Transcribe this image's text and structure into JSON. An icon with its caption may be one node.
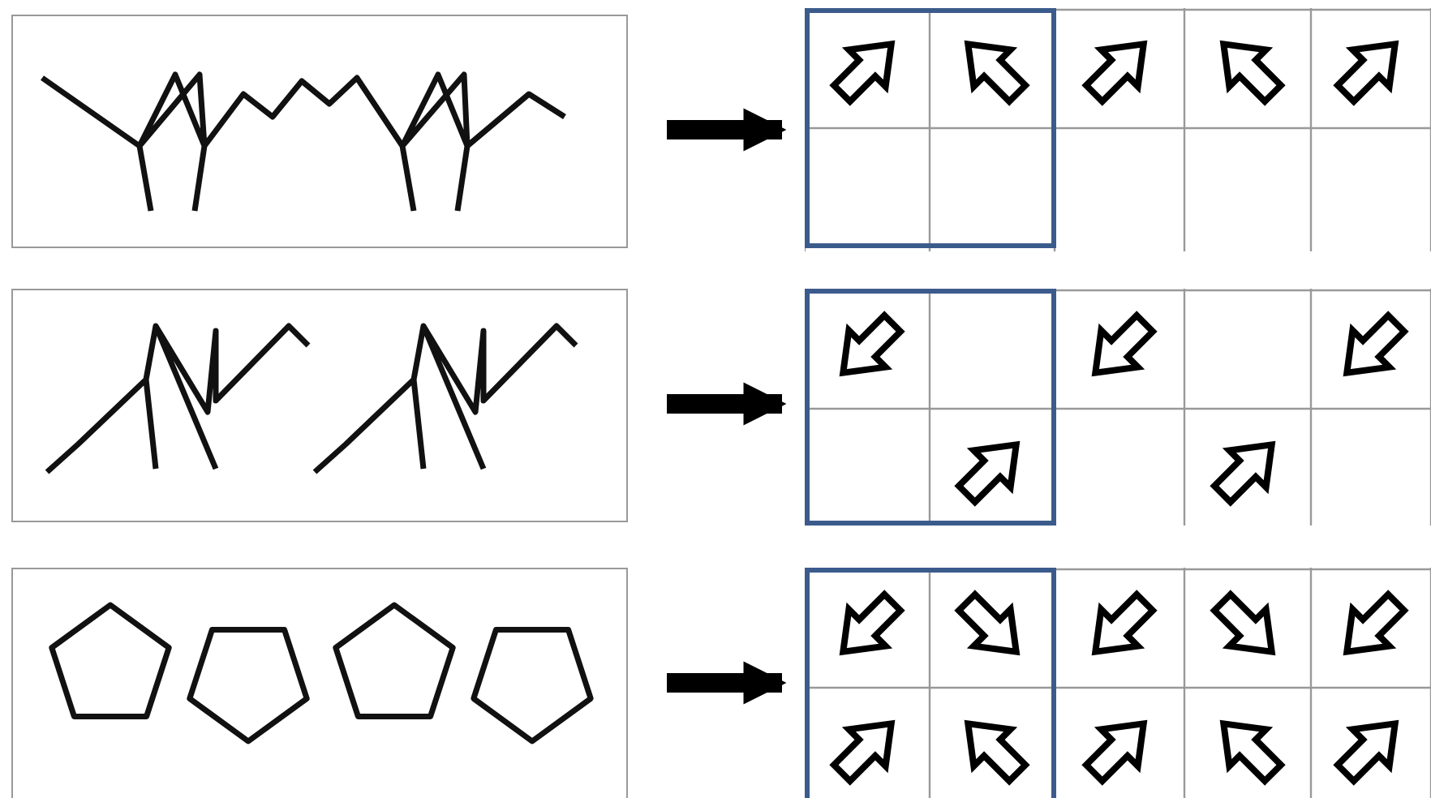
{
  "diagram": {
    "nodes": [
      {
        "text": [],
        "shape": "picture"
      },
      {
        "text": [],
        "shape": "picture"
      },
      {
        "text": [],
        "shape": "picture"
      },
      {
        "text": [],
        "shape": "picture"
      },
      {
        "text": [],
        "shape": "picture"
      },
      {
        "text": [],
        "shape": "picture"
      }
    ],
    "edges": [
      {
        "from": 0,
        "to": 1,
        "arrow": "to"
      },
      {
        "from": 2,
        "to": 3,
        "arrow": "to"
      },
      {
        "from": 4,
        "to": 5,
        "arrow": "to"
      }
    ]
  }
}
